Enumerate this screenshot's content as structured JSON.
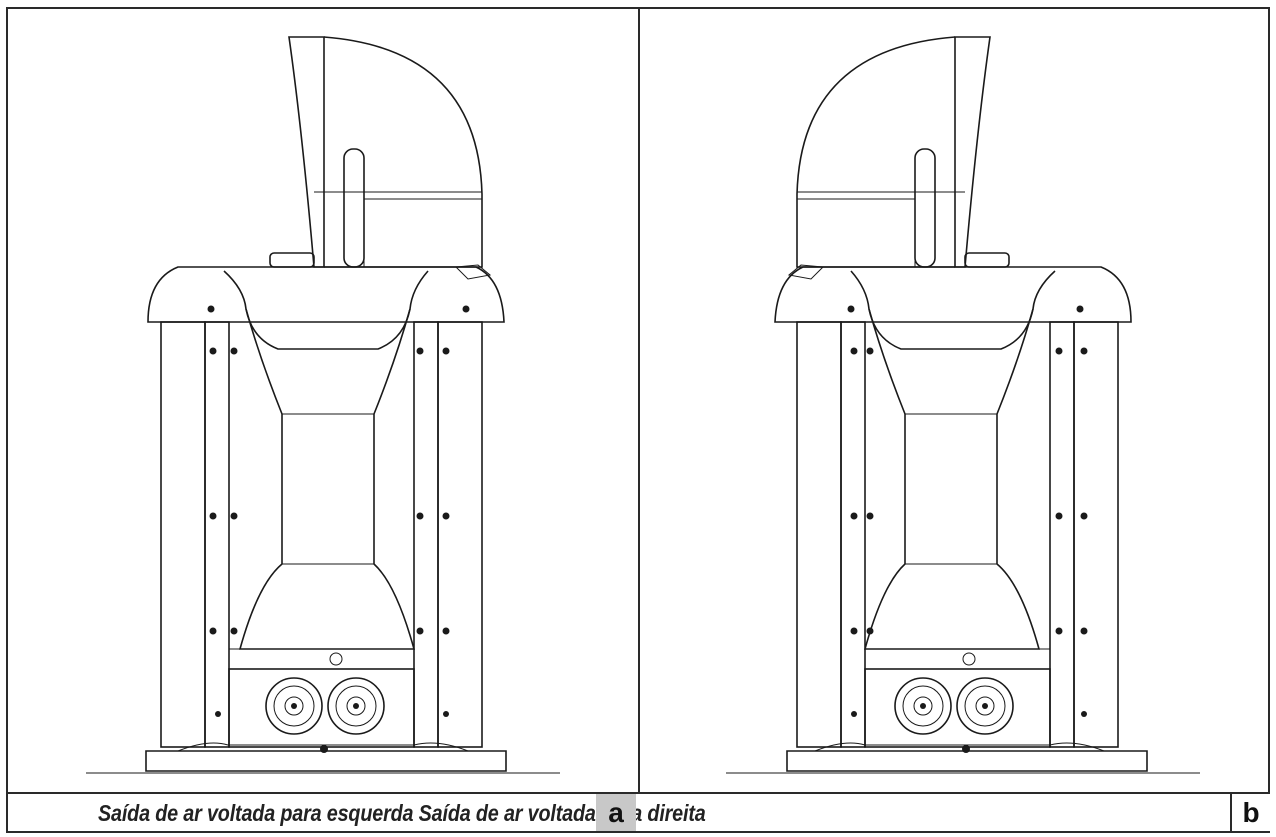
{
  "caption": {
    "text": "Saída de ar voltada para esquerda Saída de ar voltada para direita"
  },
  "panels": [
    {
      "id": "a",
      "label": "a",
      "air_outlet_direction": "esquerda"
    },
    {
      "id": "b",
      "label": "b",
      "air_outlet_direction": "direita"
    }
  ],
  "colors": {
    "line": "#1a1a1a",
    "label_a_background": "#c8c8c8",
    "label_b_background": "#ffffff"
  }
}
